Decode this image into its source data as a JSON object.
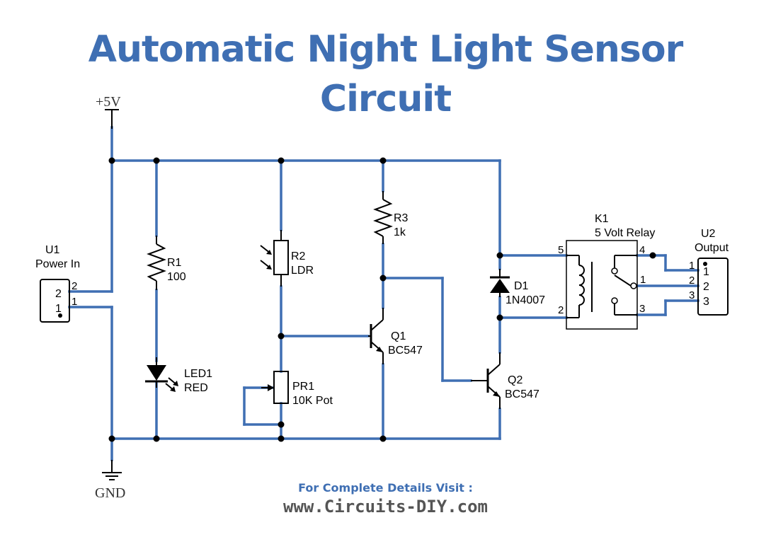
{
  "title": {
    "line1": "Automatic Night Light Sensor",
    "line2": "Circuit"
  },
  "supply": {
    "vcc": "+5V",
    "gnd": "GND"
  },
  "components": {
    "u1": {
      "ref": "U1",
      "value": "Power In",
      "pin_top": "2",
      "pin_bottom": "1",
      "pin_num_top": "2",
      "pin_num_bottom": "1"
    },
    "r1": {
      "ref": "R1",
      "value": "100"
    },
    "led1": {
      "ref": "LED1",
      "value": "RED"
    },
    "r2": {
      "ref": "R2",
      "value": "LDR"
    },
    "pr1": {
      "ref": "PR1",
      "value": "10K Pot"
    },
    "r3": {
      "ref": "R3",
      "value": "1k"
    },
    "q1": {
      "ref": "Q1",
      "value": "BC547"
    },
    "q2": {
      "ref": "Q2",
      "value": "BC547"
    },
    "d1": {
      "ref": "D1",
      "value": "1N4007"
    },
    "k1": {
      "ref": "K1",
      "value": "5 Volt Relay",
      "pin5": "5",
      "pin4": "4",
      "pin1": "1",
      "pin2": "2",
      "pin3": "3"
    },
    "u2": {
      "ref": "U2",
      "value": "Output",
      "pin1": "1",
      "pin2": "2",
      "pin3": "3",
      "in1": "1",
      "in2": "2",
      "in3": "3"
    }
  },
  "footer": {
    "line1": "For Complete Details Visit :",
    "line2": "www.Circuits-DIY.com"
  },
  "colors": {
    "wire": "#3f6fb3",
    "title": "#3f6fb3"
  }
}
